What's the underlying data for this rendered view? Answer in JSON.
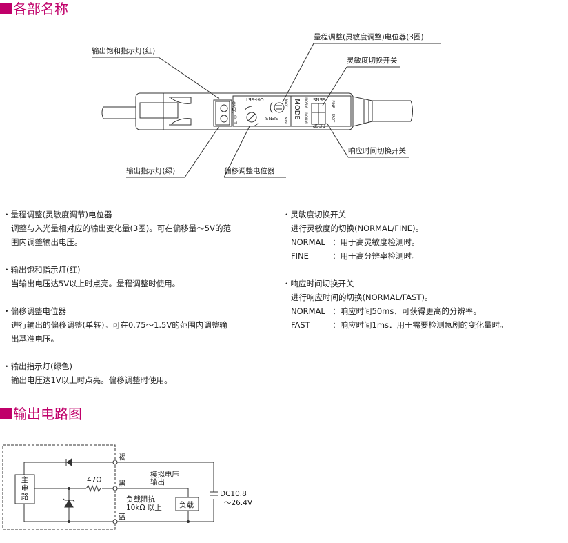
{
  "sections": {
    "parts": "各部名称",
    "circuit": "输出电路图"
  },
  "diagram": {
    "callouts": {
      "range_pot": "量程调整(灵敏度调整)电位器(3圈)",
      "sat_led": "输出饱和指示灯(红)",
      "sens_switch": "灵敏度切换开关",
      "resp_switch": "响应时间切换开关",
      "out_led": "输出指示灯(绿)",
      "offset_pot": "偏移调整电位器"
    },
    "panel": {
      "offset": "OFFSET",
      "over": "OVER",
      "out": "OUT",
      "sens": "SENS",
      "min": "MIN",
      "max": "MAX",
      "mode": "MODE",
      "norm1": "NORM",
      "norm2": "NORM",
      "sens_sw": "SENS",
      "resp": "RESP",
      "fine": "FINE",
      "fast": "FAST"
    }
  },
  "left_items": [
    {
      "title": "量程调整(灵敏度调节)电位器",
      "lines": [
        "调整与入光量相对应的输出变化量(3圈)。可在偏移量～5V的范",
        "围内调整输出电压。"
      ]
    },
    {
      "title": "输出饱和指示灯(红)",
      "lines": [
        "当输出电压达5V以上时点亮。量程调整时使用。"
      ]
    },
    {
      "title": "偏移调整电位器",
      "lines": [
        "进行输出的偏移调整(单转)。可在0.75～1.5V的范围内调整输",
        "出基准电压。"
      ]
    },
    {
      "title": "输出指示灯(绿色)",
      "lines": [
        "输出电压达1V以上时点亮。偏移调整时使用。"
      ]
    }
  ],
  "right_items": [
    {
      "title": "灵敏度切换开关",
      "intro": "进行灵敏度的切换(NORMAL/FINE)。",
      "rows": [
        {
          "k": "NORMAL",
          "v": "：用于高灵敏度检测时。"
        },
        {
          "k": "FINE",
          "v": "：用于高分辨率检测时。"
        }
      ]
    },
    {
      "title": "响应时间切换开关",
      "intro": "进行响应时间的切换(NORMAL/FAST)。",
      "rows": [
        {
          "k": "NORMAL",
          "v": "：响应时间50ms．可获得更高的分辨率。"
        },
        {
          "k": "FAST",
          "v": "：响应时间1ms．用于需要检测急剧的变化量时。"
        }
      ]
    }
  ],
  "circuit": {
    "main": "主电路",
    "resistor": "47Ω",
    "brown": "褐",
    "black": "黑",
    "blue": "蓝",
    "analog": "模拟电压",
    "output": "输出",
    "load_imp": "负载阻抗",
    "load_min": "10kΩ 以上",
    "load": "负载",
    "supply1": "DC10.8",
    "supply2": "～26.4V"
  },
  "bullet": "・",
  "accent": "#c0006a"
}
